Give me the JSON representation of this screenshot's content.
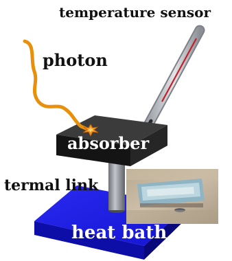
{
  "labels": {
    "temperature_sensor": "temperature sensor",
    "photon": "photon",
    "absorber": "absorber",
    "thermal_link": "termal link",
    "heat_bath": "heat bath"
  },
  "colors": {
    "photon_wave": "#E8900C",
    "heat_bath": "#1A1AE6",
    "heat_bath_side": "#0A0A9A",
    "absorber_top": "#3a3a3a",
    "absorber_front": "#151515",
    "thermal_link": "#8a8d92",
    "sensor_shaft": "#b8bcc2",
    "sensor_line": "#c0202a"
  }
}
